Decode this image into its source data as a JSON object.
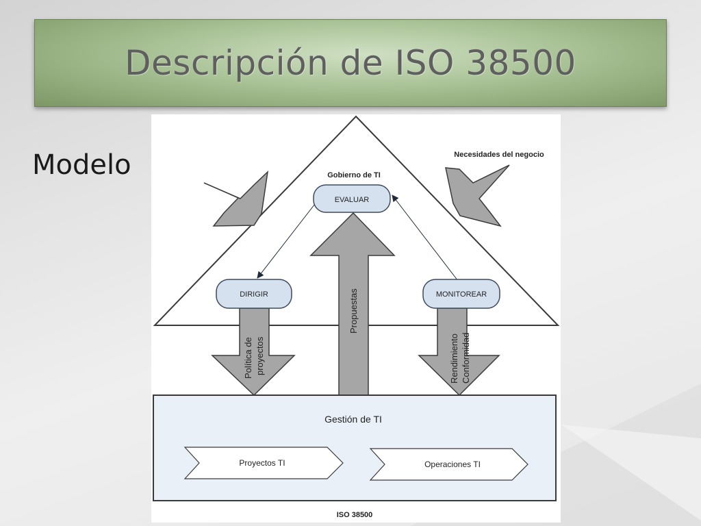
{
  "slide": {
    "title": "Descripción de ISO 38500",
    "subtitle": "Modelo"
  },
  "diagram": {
    "business_needs": "Necesidades del negocio",
    "it_governance": "Gobierno de TI",
    "evaluate": "EVALUAR",
    "direct": "DIRIGIR",
    "monitor": "MONITOREAR",
    "proposals": "Propuestas",
    "policy_line1": "Política de",
    "policy_line2": "proyectos",
    "performance_line1": "Rendimiento",
    "performance_line2": "Conformidad",
    "it_management": "Gestión de TI",
    "it_projects": "Proyectos TI",
    "it_operations": "Operaciones TI",
    "standard": "ISO 38500"
  },
  "colors": {
    "title_gradient_center": "#cfe0c3",
    "title_gradient_edge": "#7d9865",
    "arrow_fill": "#a6a6a6",
    "node_fill": "#d6e1ef",
    "management_fill": "#eaf0f8",
    "stroke": "#3d4a5c"
  }
}
